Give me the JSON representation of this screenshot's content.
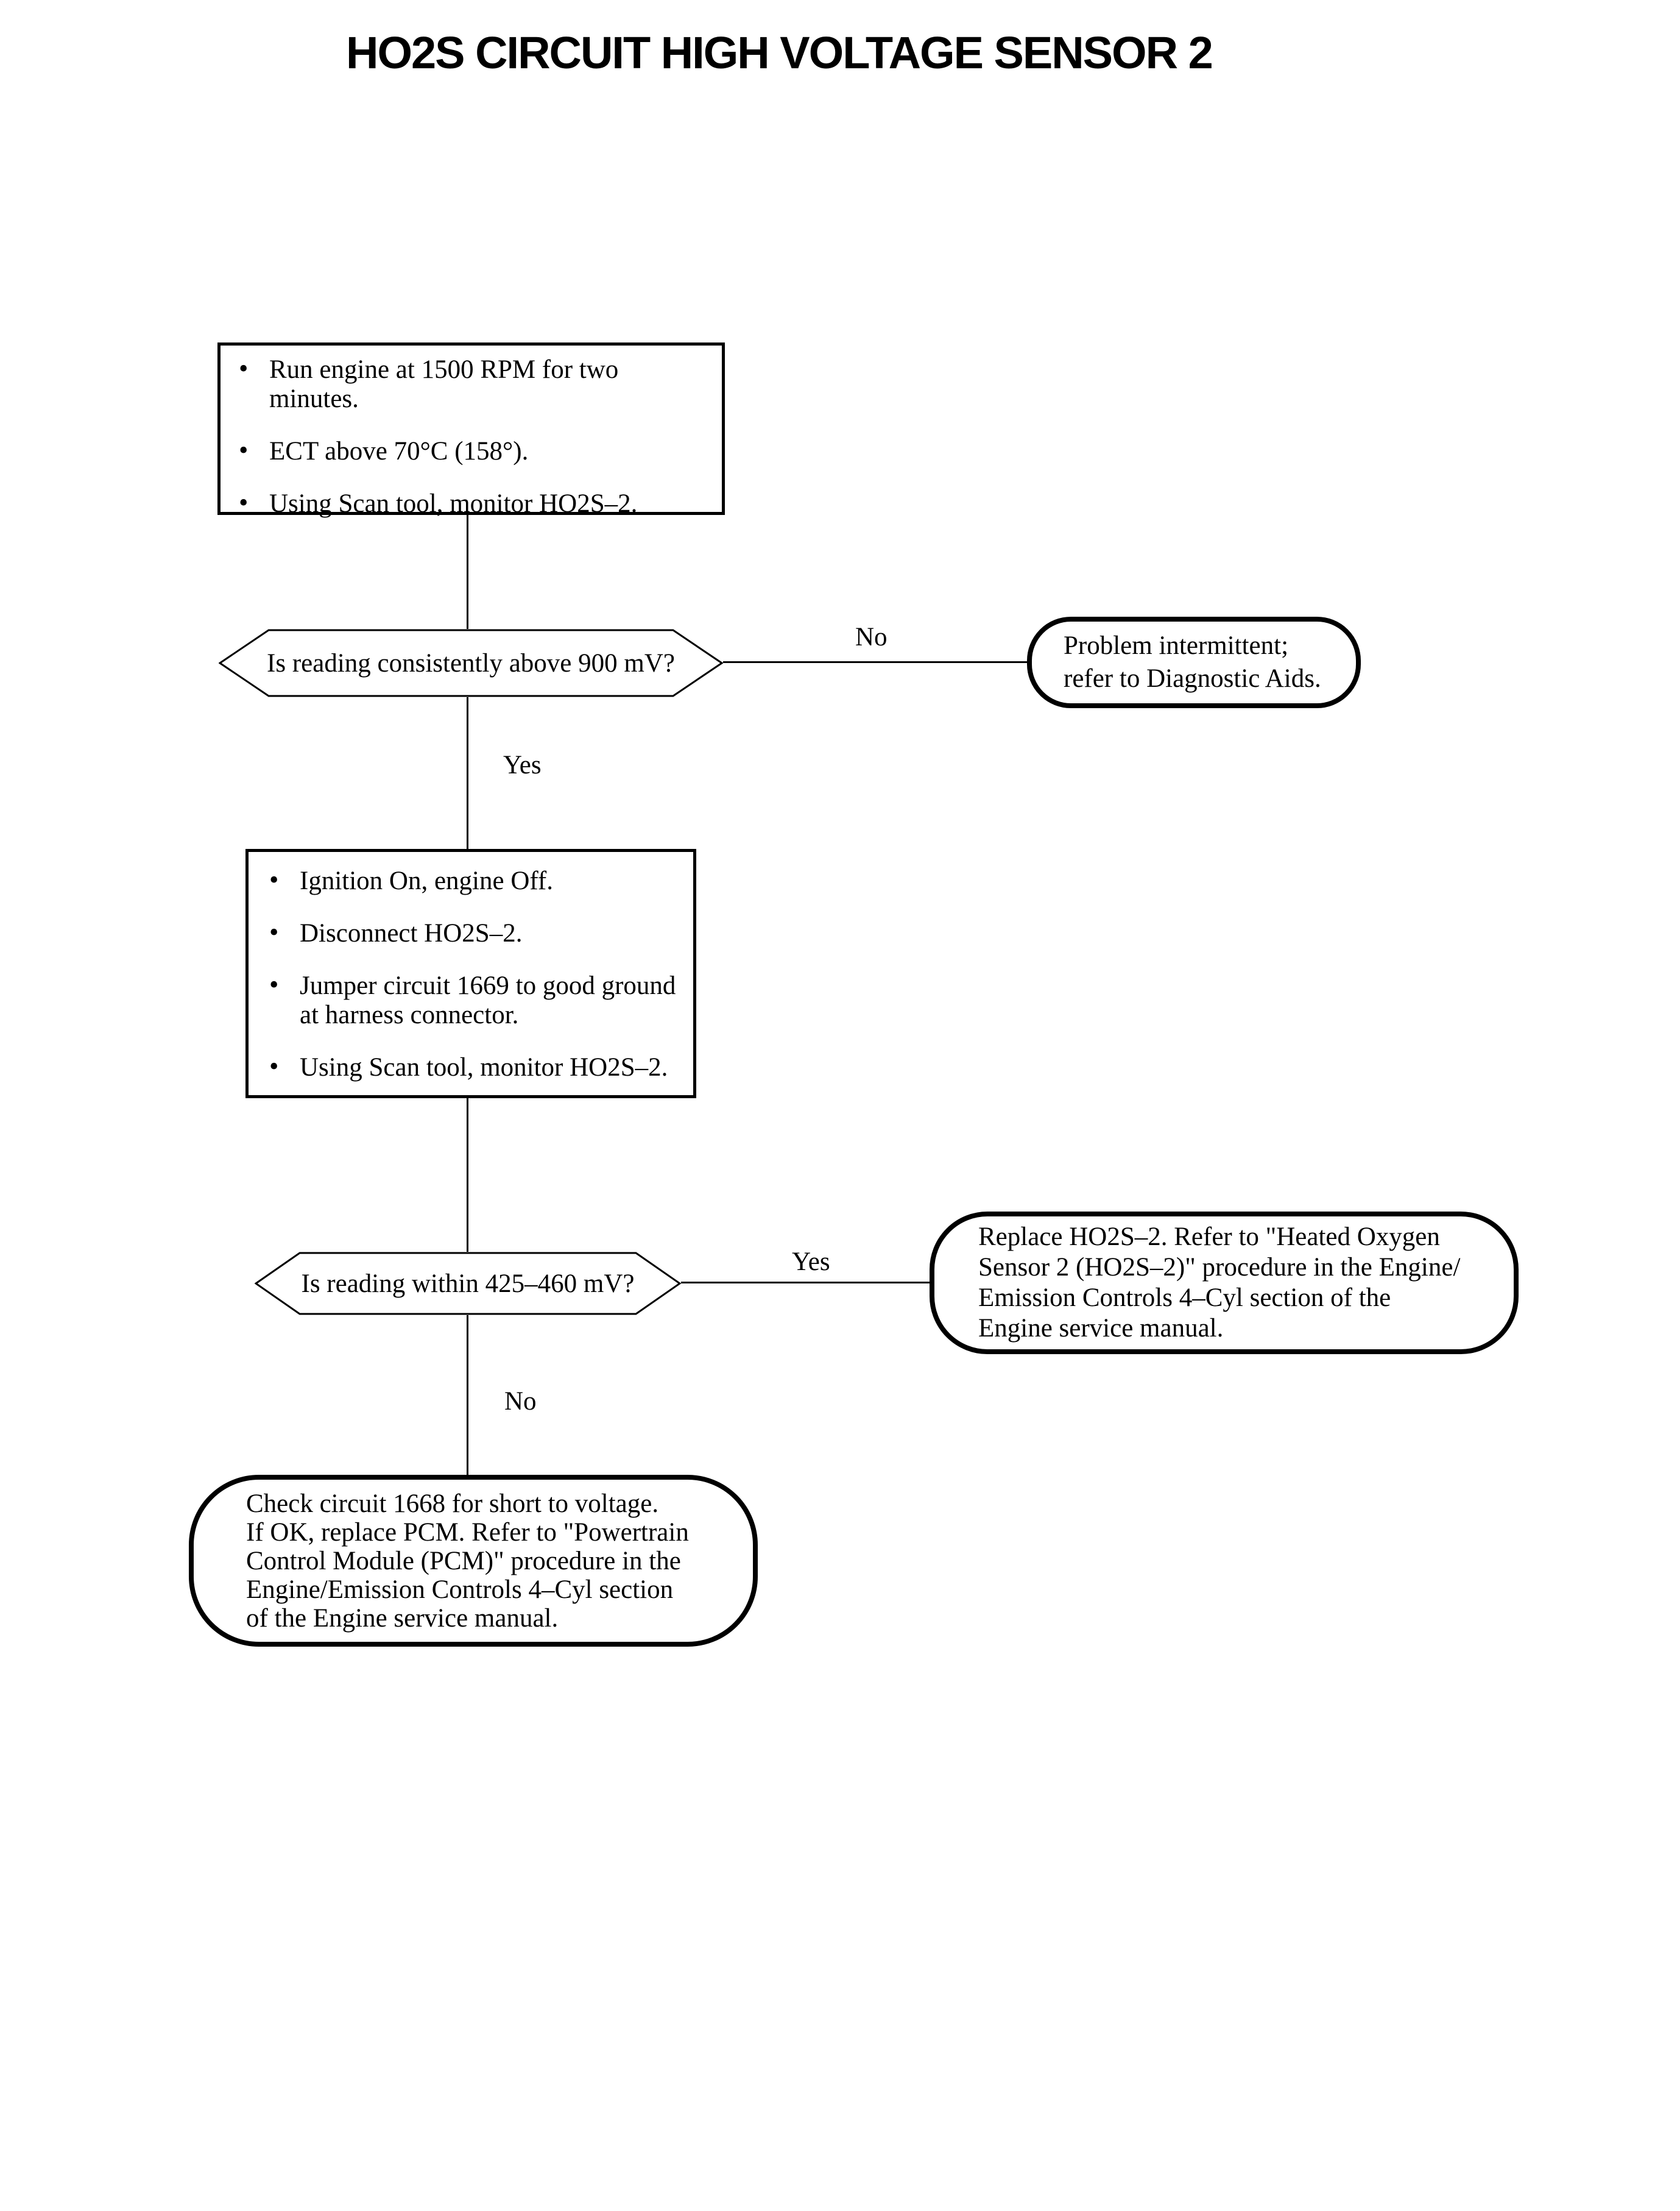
{
  "colors": {
    "ink": "#000000",
    "paper": "#ffffff"
  },
  "glyphs": {
    "bullet": "•"
  },
  "title": "HO2S CIRCUIT HIGH VOLTAGE SENSOR 2",
  "flowchart": {
    "step1": {
      "items": [
        "Run engine at 1500 RPM for two minutes.",
        "ECT above 70°C (158°).",
        "Using Scan tool, monitor HO2S–2."
      ]
    },
    "decision1": {
      "question": "Is reading consistently above 900 mV?",
      "no_label": "No",
      "yes_label": "Yes"
    },
    "terminal1": {
      "text": "Problem intermittent;\nrefer to Diagnostic Aids."
    },
    "step2": {
      "items": [
        "Ignition On, engine Off.",
        "Disconnect HO2S–2.",
        "Jumper circuit 1669 to good ground\nat harness connector.",
        "Using Scan tool, monitor HO2S–2."
      ]
    },
    "decision2": {
      "question": "Is reading within 425–460 mV?",
      "yes_label": "Yes",
      "no_label": "No"
    },
    "terminal2": {
      "text": "Replace HO2S–2. Refer to \"Heated Oxygen\nSensor 2 (HO2S–2)\" procedure in the Engine/\nEmission Controls 4–Cyl section of the\nEngine service manual."
    },
    "terminal3": {
      "text": "Check circuit 1668 for short to voltage.\nIf OK, replace PCM. Refer to \"Powertrain\nControl Module (PCM)\" procedure in the\nEngine/Emission Controls 4–Cyl section\nof the Engine service manual."
    }
  }
}
